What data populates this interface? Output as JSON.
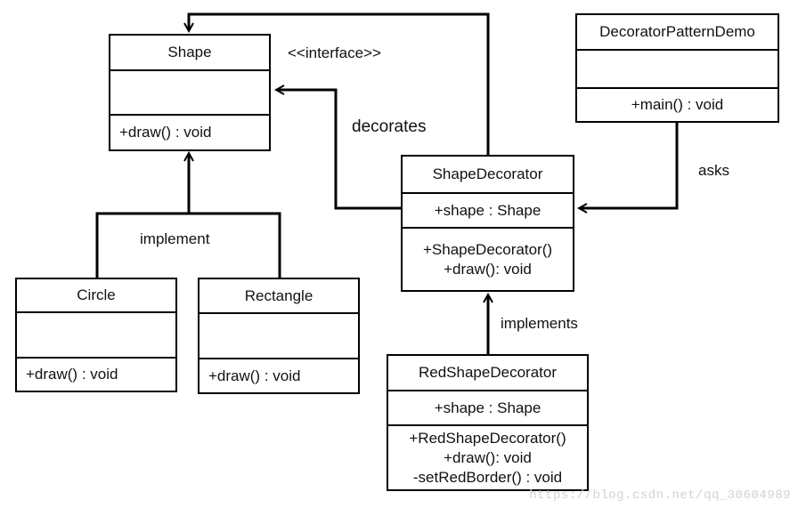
{
  "shape": {
    "name": "Shape",
    "method": "+draw() : void"
  },
  "circle": {
    "name": "Circle",
    "method": "+draw() : void"
  },
  "rectangle": {
    "name": "Rectangle",
    "method": "+draw() : void"
  },
  "shape_decorator": {
    "name": "ShapeDecorator",
    "field": "+shape : Shape",
    "methods": [
      "+ShapeDecorator()",
      "+draw(): void"
    ]
  },
  "red_shape_decorator": {
    "name": "RedShapeDecorator",
    "field": "+shape : Shape",
    "methods": [
      "+RedShapeDecorator()",
      "+draw(): void",
      "-setRedBorder() : void"
    ]
  },
  "demo": {
    "name": "DecoratorPatternDemo",
    "method": "+main() : void"
  },
  "labels": {
    "interface": "<<interface>>",
    "decorates": "decorates",
    "implement": "implement",
    "asks": "asks",
    "implements": "implements"
  },
  "watermark": "https://blog.csdn.net/qq_30604989"
}
